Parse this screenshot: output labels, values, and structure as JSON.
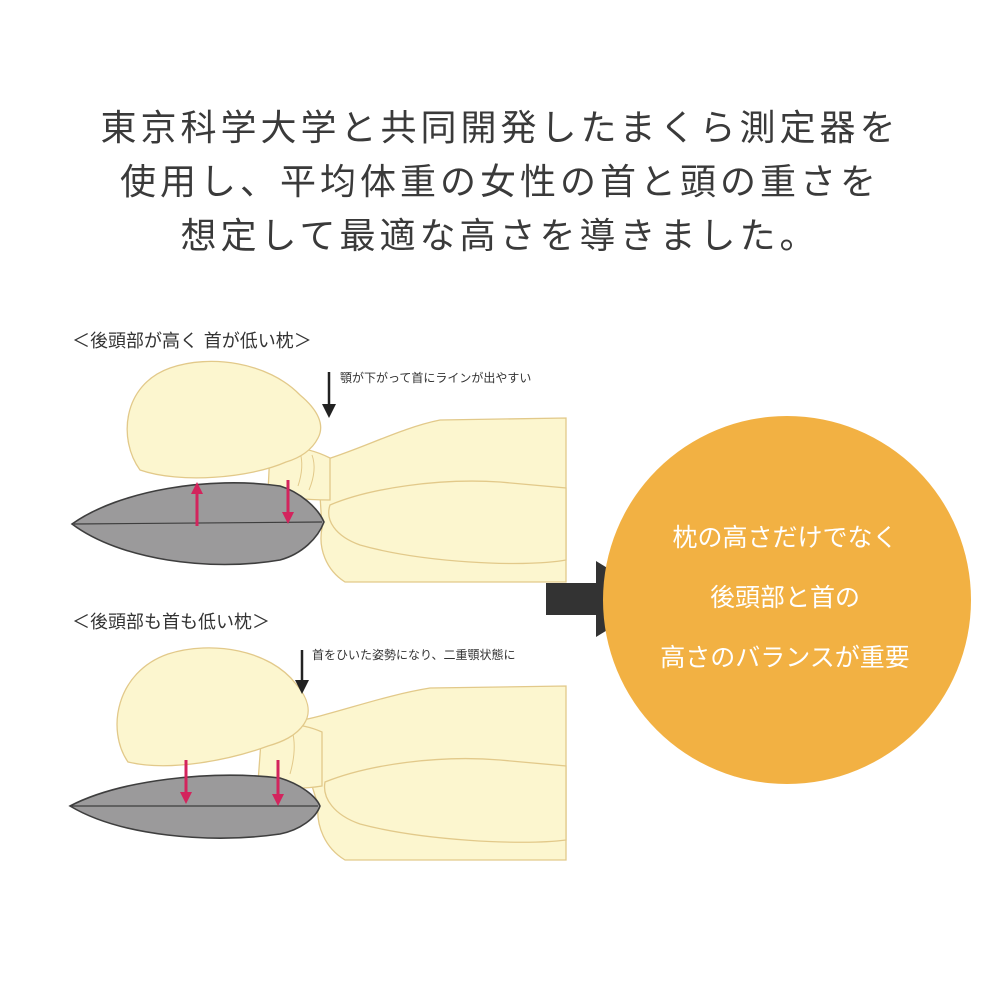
{
  "headline": {
    "lines": [
      "東京科学大学と共同開発したまくら測定器を",
      "使用し、平均体重の女性の首と頭の重さを",
      "想定して最適な高さを導きました。"
    ]
  },
  "scenes": [
    {
      "label": "＜後頭部が高く 首が低い枕＞",
      "note": "顎が下がって首にラインが出やすい"
    },
    {
      "label": "＜後頭部も首も低い枕＞",
      "note": "首をひいた姿勢になり、二重顎状態に"
    }
  ],
  "conclusion": {
    "lines": [
      "枕の高さだけでなく",
      "後頭部と首の",
      "高さのバランスが重要"
    ]
  },
  "colors": {
    "text": "#3a3a3a",
    "body_fill": "#fcf6cf",
    "body_stroke": "#e2c98a",
    "pillow_fill": "#9b9a9b",
    "pillow_stroke": "#3e3e3e",
    "marker_arrow": "#d3245d",
    "main_arrow": "#333333",
    "circle": "#f2b143"
  },
  "icons": {
    "arrow": "right-arrow-icon",
    "pointer": "down-arrow-icon"
  }
}
